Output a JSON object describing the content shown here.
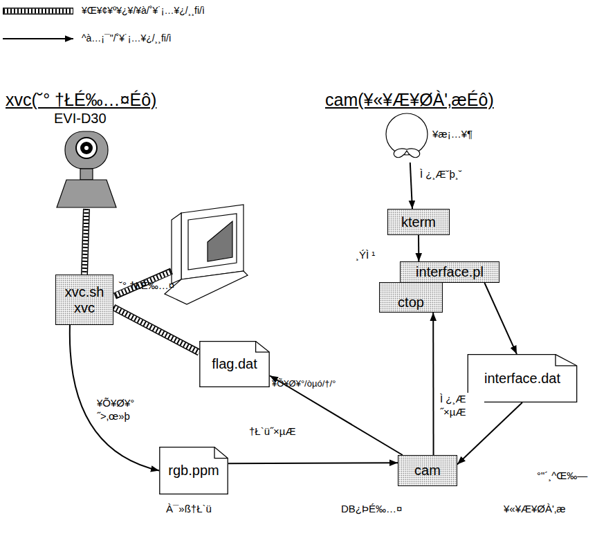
{
  "diagram": {
    "nodes": [
      {
        "text": [
          "EVI-D30"
        ]
      },
      {
        "text": [
          "¥æ¡…¥¶"
        ]
      },
      {
        "text": [
          "kterm"
        ]
      },
      {
        "text": [
          "xvc.sh xvc"
        ]
      },
      {
        "text": [
          "interface.pl"
        ]
      },
      {
        "text": [
          "ctop"
        ]
      },
      {
        "text": [
          "flag.dat"
        ]
      },
      {
        "text": [
          "interface.dat"
        ]
      },
      {
        "text": [
          "rgb.ppm"
        ]
      },
      {
        "text": [
          "cam"
        ]
      }
    ],
    "edges": [
      {
        "from": 0,
        "to": 3,
        "arrow": "none"
      },
      {
        "from": 1,
        "to": 2,
        "arrow": "to",
        "label": "Ì ¿¸Æ˘þ¸˘"
      },
      {
        "from": 2,
        "to": 4,
        "arrow": "to"
      },
      {
        "from": 3,
        "to": 6,
        "arrow": "none"
      },
      {
        "from": 3,
        "to": 8,
        "arrow": "to",
        "label": "¥Õ¥Ø¥° ˝>‚œ»þ"
      },
      {
        "from": 4,
        "to": 7,
        "arrow": "to"
      },
      {
        "from": 7,
        "to": 9,
        "arrow": "to"
      },
      {
        "from": 8,
        "to": 9,
        "arrow": "to"
      },
      {
        "from": 9,
        "to": 6,
        "arrow": "to",
        "label": "†Ł`ü˝×µÆ"
      },
      {
        "from": 9,
        "to": 5,
        "arrow": "to",
        "label": "Ì ¿¸Æ ˝×µÆ"
      }
    ],
    "labels": [
      "xvc(˘° †ŁÉ‰…¤Éô)",
      "cam(¥«¥Æ¥ØÀ'‚æÉô)",
      "˘° †ŁÉ‰…¤",
      "¸ÝÌ ¹",
      "¥Õ¥Ø¥°/òµó/†/°",
      "À¯»ß†Ł`ü",
      "DB¿ÞÉ‰…¤",
      "°\"´¸^Œ‰—",
      "¥«¥Æ¥ØÀ'‚æ"
    ],
    "legend": [
      {
        "text": "¥Œ¥¢¥º¥¿¥/¥à/˚¥˙¡…¥¿/¸¸fi/ì"
      },
      {
        "text": "^à…¡¯\"/˚¥˙¡…¥¿/¸¸fi/ì"
      }
    ]
  }
}
